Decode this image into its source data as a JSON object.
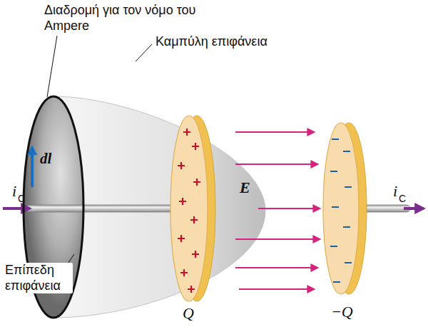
{
  "diagram": {
    "labels": [
      "Διαδρομή για τον νόμο του Ampere",
      "Καμπύλη επιφάνεια",
      "dl",
      "i",
      "C",
      "E",
      "i",
      "C",
      "Επίπεδη επιφάνεια",
      "Q",
      "−Q"
    ]
  }
}
